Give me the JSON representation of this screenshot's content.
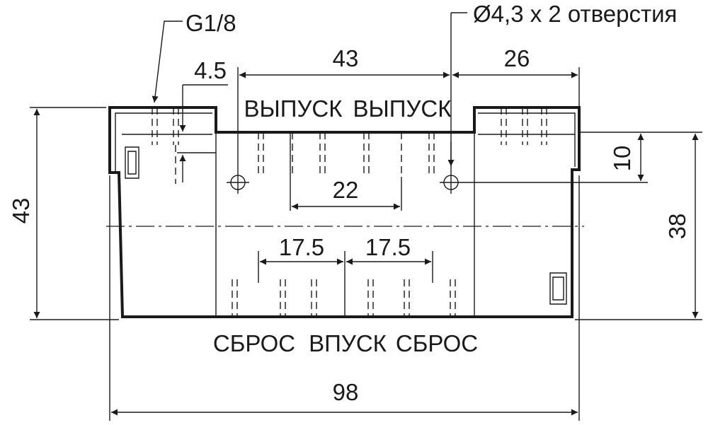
{
  "callouts": {
    "thread": "G1/8",
    "holes": "Ø4,3 x 2 отверстия"
  },
  "ports": {
    "top_left": "ВЫПУСК",
    "top_right": "ВЫПУСК",
    "bottom_left": "СБРОС",
    "bottom_center": "ВПУСК",
    "bottom_right": "СБРОС"
  },
  "dimensions": {
    "total_width": "98",
    "total_height": "43",
    "body_height": "38",
    "hole_spacing": "43",
    "right_offset": "26",
    "thread_offset": "4.5",
    "hole_height": "10",
    "inner_span": "22",
    "pitch_left": "17.5",
    "pitch_right": "17.5"
  },
  "colors": {
    "line": "#1a1a1a",
    "background": "#ffffff"
  }
}
